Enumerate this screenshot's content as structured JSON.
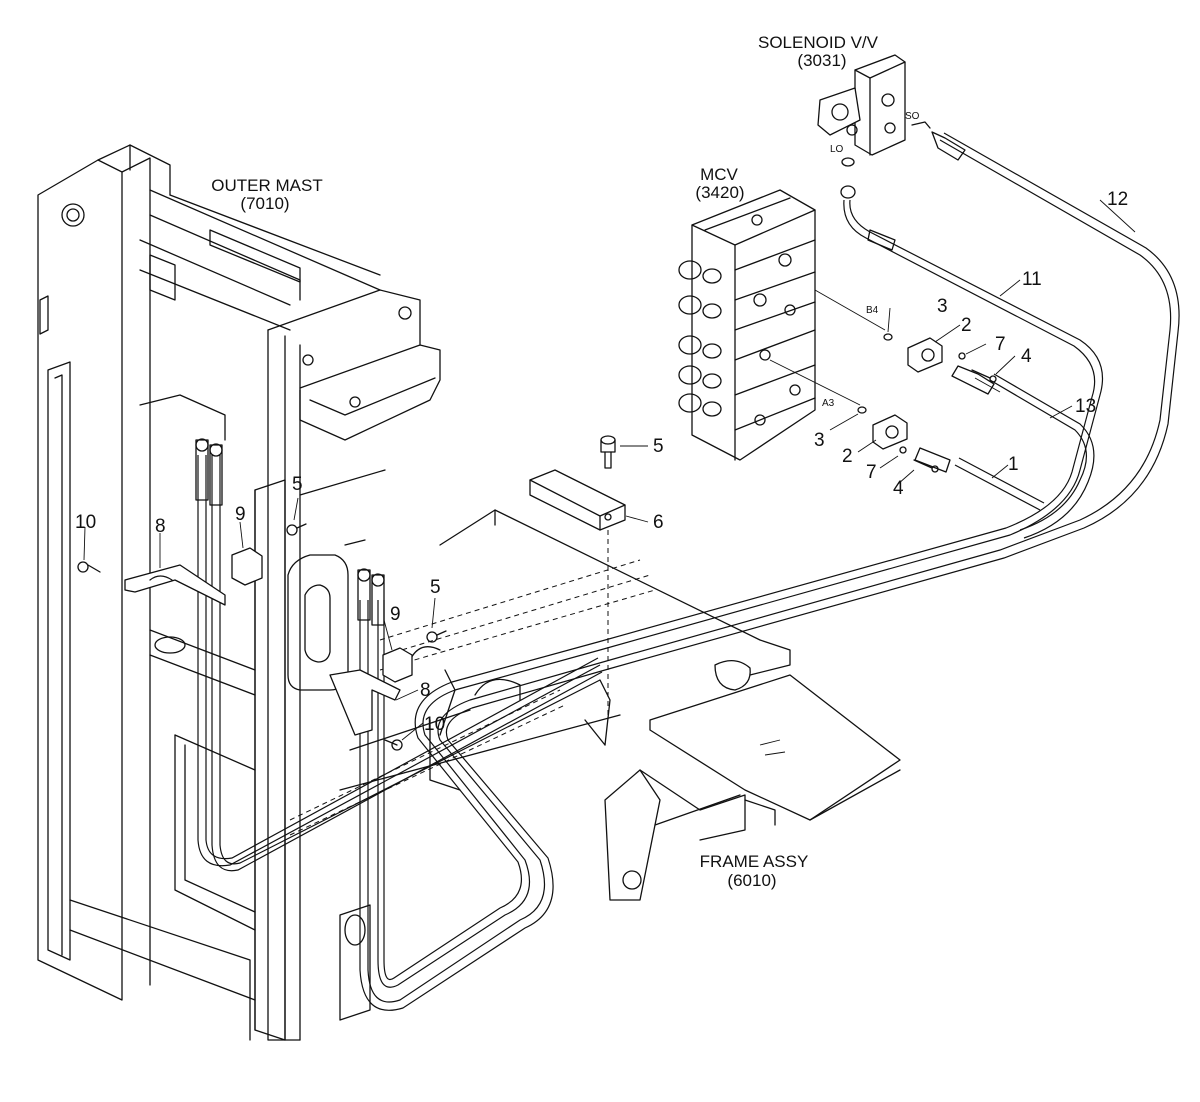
{
  "labels": {
    "solenoid_title": "SOLENOID V/V",
    "solenoid_code": "(3031)",
    "mcv_title": "MCV",
    "mcv_code": "(3420)",
    "outer_mast_title": "OUTER MAST",
    "outer_mast_code": "(7010)",
    "frame_title": "FRAME ASSY",
    "frame_code": "(6010)",
    "port_so": "SO",
    "port_lo": "LO",
    "port_b4": "B4",
    "port_a3": "A3"
  },
  "callouts": {
    "c1": "1",
    "c2a": "2",
    "c2b": "2",
    "c3a": "3",
    "c3b": "3",
    "c4a": "4",
    "c4b": "4",
    "c5a": "5",
    "c5b": "5",
    "c5c": "5",
    "c6": "6",
    "c7a": "7",
    "c7b": "7",
    "c8a": "8",
    "c8b": "8",
    "c9a": "9",
    "c9b": "9",
    "c10a": "10",
    "c10b": "10",
    "c11": "11",
    "c12": "12",
    "c13": "13"
  },
  "colors": {
    "line": "#111111",
    "background": "#ffffff"
  }
}
